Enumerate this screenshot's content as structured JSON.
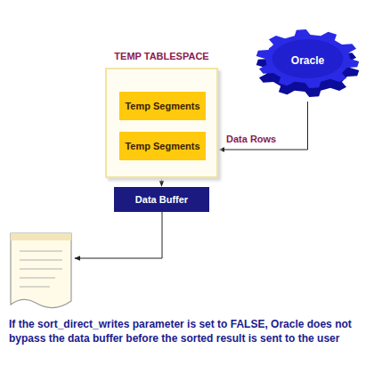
{
  "diagram": {
    "caption": "If the sort_direct_writes parameter is set to FALSE, Oracle does not bypass the data buffer before the sorted result is sent to the user",
    "nodes": [
      {
        "text": [
          "TEMP TABLESPACE"
        ]
      },
      {
        "text": [
          "Temp Segments"
        ],
        "in": 0
      },
      {
        "text": [
          "Temp Segments"
        ],
        "in": 0
      },
      {
        "text": [
          "Oracle"
        ]
      },
      {
        "text": [
          "Data Buffer"
        ]
      }
    ],
    "edges": [
      {
        "from": 3,
        "to": 0,
        "label": "Data Rows",
        "arrow": "to"
      },
      {
        "from": 0,
        "to": 4,
        "arrow": "to"
      }
    ]
  }
}
